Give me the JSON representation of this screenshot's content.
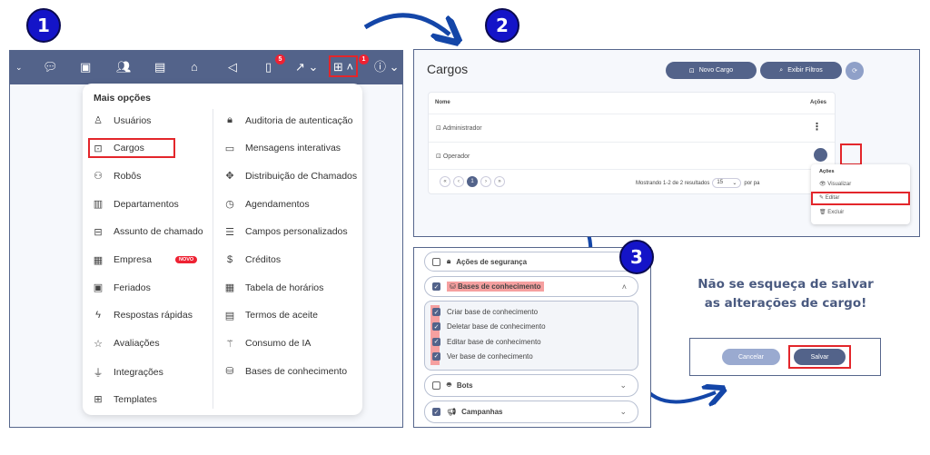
{
  "steps": [
    "1",
    "2",
    "3"
  ],
  "colors": {
    "accent": "#53638a",
    "highlight": "#e3262b",
    "step_badge": "#1414c8",
    "arrow": "#1446a8"
  },
  "topbar": {
    "icons": [
      "chevron-down-icon",
      "chat-icon",
      "contacts-icon",
      "users-icon",
      "building-icon",
      "tag-icon",
      "megaphone-icon",
      "tablet-icon",
      "trend-icon",
      "grid-icon",
      "help-icon"
    ],
    "tablet_badge": "5",
    "grid_badge": "1"
  },
  "menu": {
    "title": "Mais opções",
    "left": [
      {
        "label": "Usuários",
        "icon": "user-icon"
      },
      {
        "label": "Cargos",
        "icon": "briefcase-icon"
      },
      {
        "label": "Robôs",
        "icon": "robot-icon"
      },
      {
        "label": "Departamentos",
        "icon": "building-icon"
      },
      {
        "label": "Assunto de chamado",
        "icon": "archive-icon"
      },
      {
        "label": "Empresa",
        "icon": "company-icon",
        "badge": "NOVO"
      },
      {
        "label": "Feriados",
        "icon": "calendar-icon"
      },
      {
        "label": "Respostas rápidas",
        "icon": "lightning-icon"
      },
      {
        "label": "Avaliações",
        "icon": "star-icon"
      },
      {
        "label": "Integrações",
        "icon": "plug-icon"
      },
      {
        "label": "Templates",
        "icon": "template-icon"
      }
    ],
    "right": [
      {
        "label": "Auditoria de autenticação",
        "icon": "lock-icon"
      },
      {
        "label": "Mensagens interativas",
        "icon": "messages-icon"
      },
      {
        "label": "Distribuição de Chamados",
        "icon": "move-icon"
      },
      {
        "label": "Agendamentos",
        "icon": "clock-icon"
      },
      {
        "label": "Campos personalizados",
        "icon": "list-icon"
      },
      {
        "label": "Créditos",
        "icon": "dollar-icon"
      },
      {
        "label": "Tabela de horários",
        "icon": "table-icon"
      },
      {
        "label": "Termos de aceite",
        "icon": "document-icon"
      },
      {
        "label": "Consumo de IA",
        "icon": "magic-wand-icon"
      },
      {
        "label": "Bases de conhecimento",
        "icon": "database-icon"
      }
    ]
  },
  "cargos": {
    "title": "Cargos",
    "new_button": "Novo Cargo",
    "filter_button": "Exibir Filtros",
    "col_name": "Nome",
    "col_actions": "Ações",
    "rows": [
      "Administrador",
      "Operador"
    ],
    "pagination": {
      "current": "1",
      "summary": "Mostrando 1-2 de 2 resultados",
      "per_page": "15",
      "per_page_suffix": "por pa"
    },
    "actions_menu": {
      "title": "Ações",
      "items": [
        "Visualizar",
        "Editar",
        "Excluir"
      ]
    }
  },
  "permissions": {
    "groups": [
      {
        "label": "Ações de segurança",
        "checked": false
      },
      {
        "label": "Bases de conhecimento",
        "checked": true,
        "expanded": true
      },
      {
        "label": "Bots",
        "checked": false
      },
      {
        "label": "Campanhas",
        "checked": true
      }
    ],
    "sub_items": [
      "Criar base de conhecimento",
      "Deletar base de conhecimento",
      "Editar base de conhecimento",
      "Ver base de conhecimento"
    ]
  },
  "reminder": {
    "line1": "Não se esqueça de salvar",
    "line2": "as alterações de cargo!"
  },
  "footer": {
    "cancel": "Cancelar",
    "save": "Salvar"
  }
}
